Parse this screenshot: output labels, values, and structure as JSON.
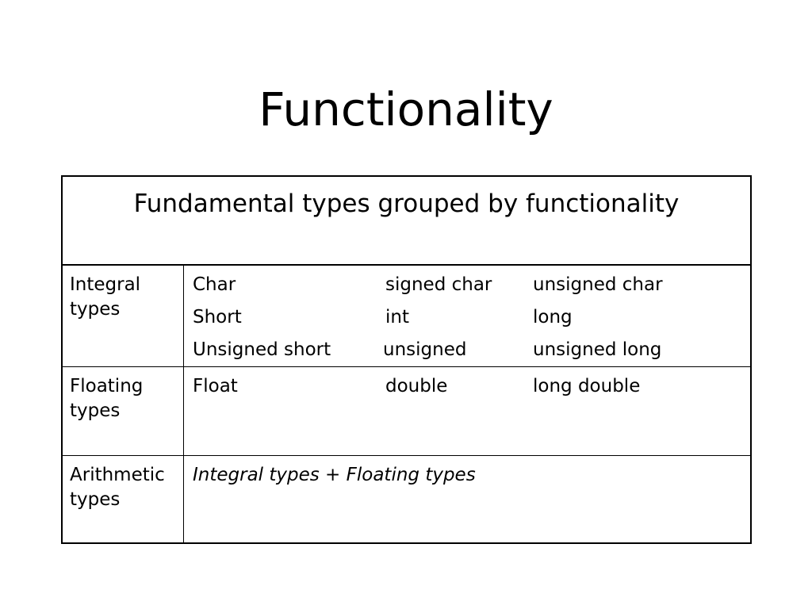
{
  "slide": {
    "title": "Functionality"
  },
  "table": {
    "header": "Fundamental types grouped by functionality",
    "rows": [
      {
        "label": "Integral\ntypes",
        "items": [
          [
            "Char",
            "signed char",
            "unsigned char"
          ],
          [
            "Short",
            "int",
            "long"
          ],
          [
            "Unsigned short",
            "unsigned",
            "unsigned long"
          ]
        ]
      },
      {
        "label": "Floating\ntypes",
        "items": [
          [
            "Float",
            "double",
            "long double"
          ]
        ]
      },
      {
        "label": "Arithmetic\ntypes",
        "note": "Integral types + Floating types"
      }
    ]
  }
}
